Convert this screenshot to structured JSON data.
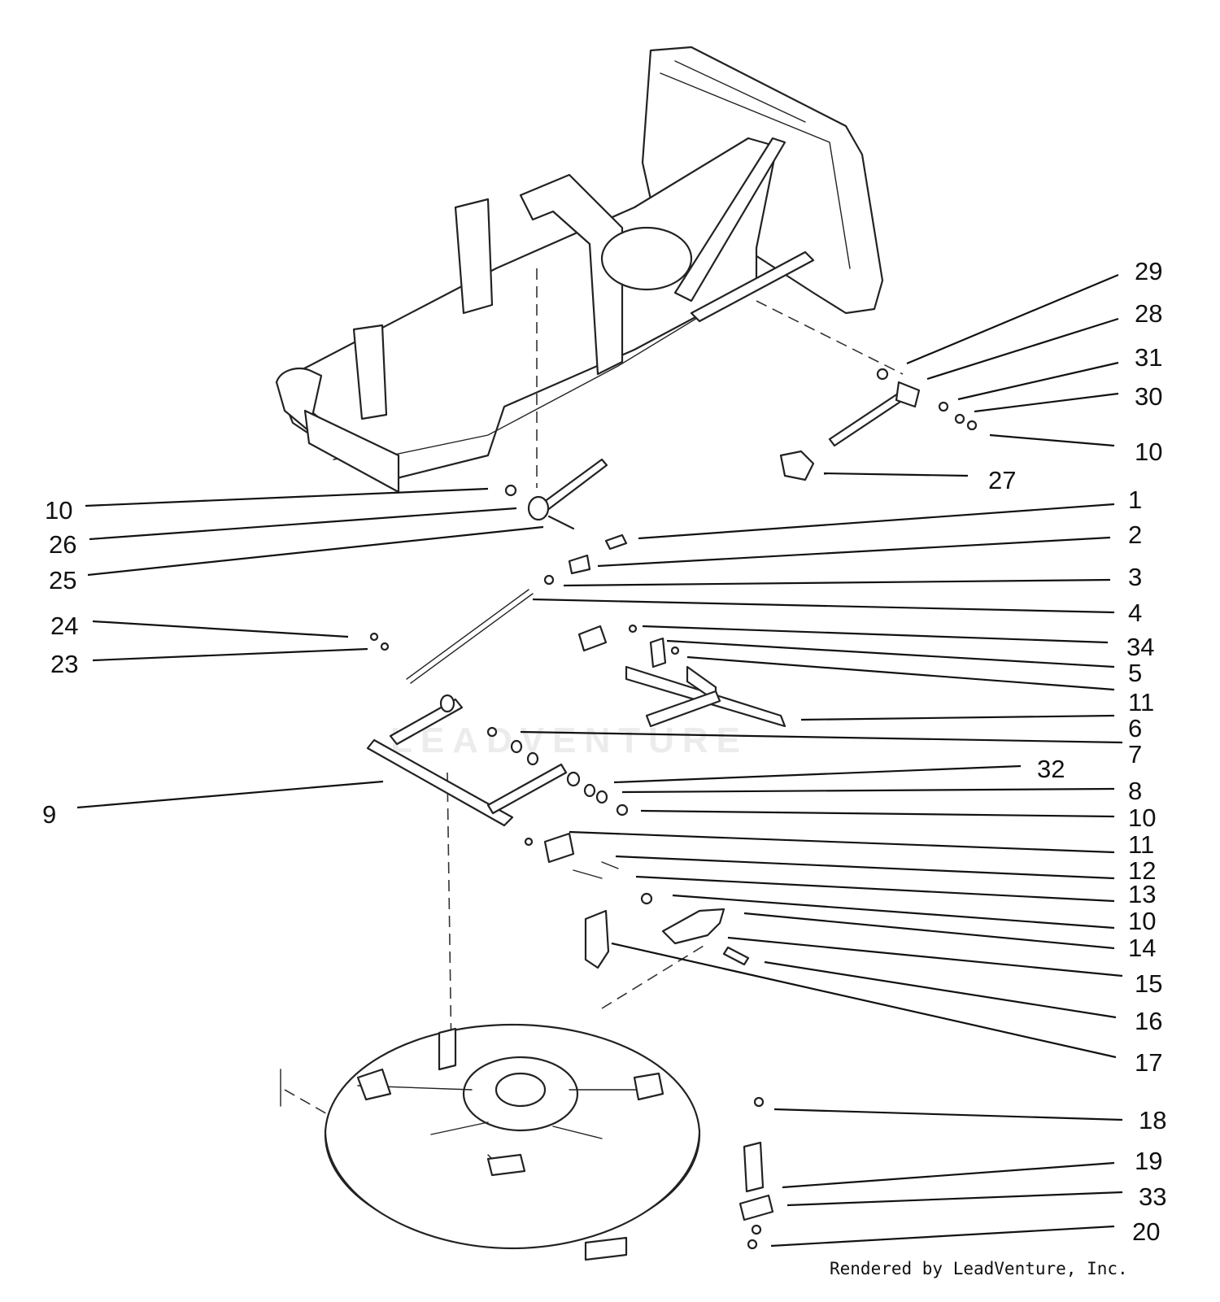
{
  "watermark": "LEADVENTURE",
  "credit": "Rendered by LeadVenture, Inc.",
  "callouts": [
    "29",
    "28",
    "31",
    "30",
    "10",
    "27",
    "1",
    "2",
    "3",
    "4",
    "34",
    "5",
    "11",
    "6",
    "7",
    "32",
    "8",
    "10",
    "11",
    "12",
    "13",
    "10",
    "14",
    "15",
    "16",
    "17",
    "18",
    "19",
    "33",
    "20",
    "10",
    "26",
    "25",
    "24",
    "23",
    "9"
  ]
}
